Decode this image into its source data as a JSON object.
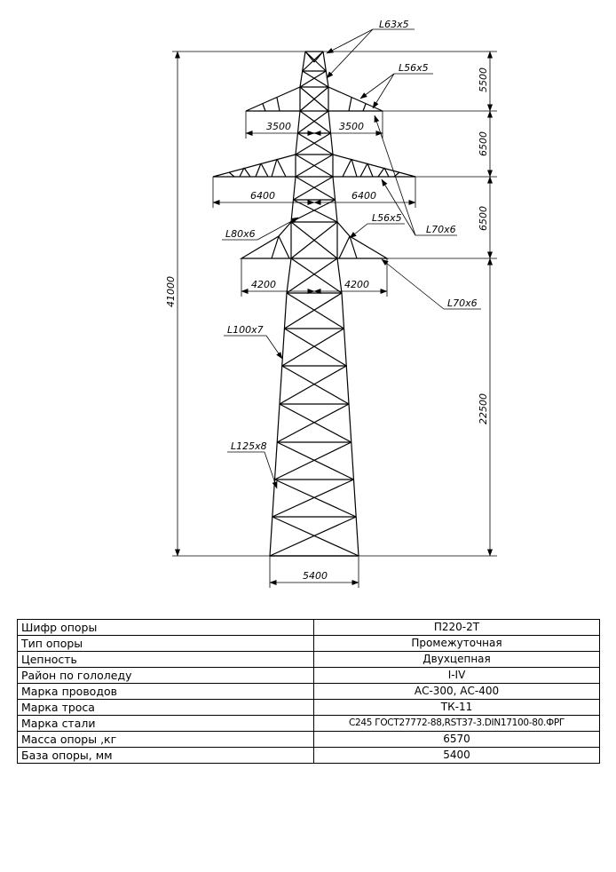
{
  "drawing": {
    "members": {
      "top": "L63x5",
      "upper_brace": "L56x5",
      "mid_brace": "L56x5",
      "left_upper": "L80x6",
      "chord_70_a": "L70x6",
      "chord_70_b": "L70x6",
      "left_mid": "L100x7",
      "left_low": "L125x8"
    },
    "dimensions": {
      "height": "41000",
      "seg_top": "5500",
      "seg_2": "6500",
      "seg_3": "6500",
      "seg_bottom": "22500",
      "arm1_left": "3500",
      "arm1_right": "3500",
      "arm2_left": "6400",
      "arm2_right": "6400",
      "arm3_left": "4200",
      "arm3_right": "4200",
      "base": "5400"
    }
  },
  "spec": {
    "rows": [
      {
        "label": "Шифр опоры",
        "value": "П220-2Т"
      },
      {
        "label": "Тип опоры",
        "value": "Промежуточная"
      },
      {
        "label": "Цепность",
        "value": "Двухцепная"
      },
      {
        "label": "Район по гололеду",
        "value": "I-IV"
      },
      {
        "label": "Марка проводов",
        "value": "АС-300, АС-400"
      },
      {
        "label": "Марка троса",
        "value": "ТК-11"
      },
      {
        "label": "Марка стали",
        "value": "С245 ГОСТ27772-88,RST37-3.DIN17100-80.ФРГ"
      },
      {
        "label": "Масса опоры ,кг",
        "value": "6570"
      },
      {
        "label": "База опоры, мм",
        "value": "5400"
      }
    ]
  }
}
